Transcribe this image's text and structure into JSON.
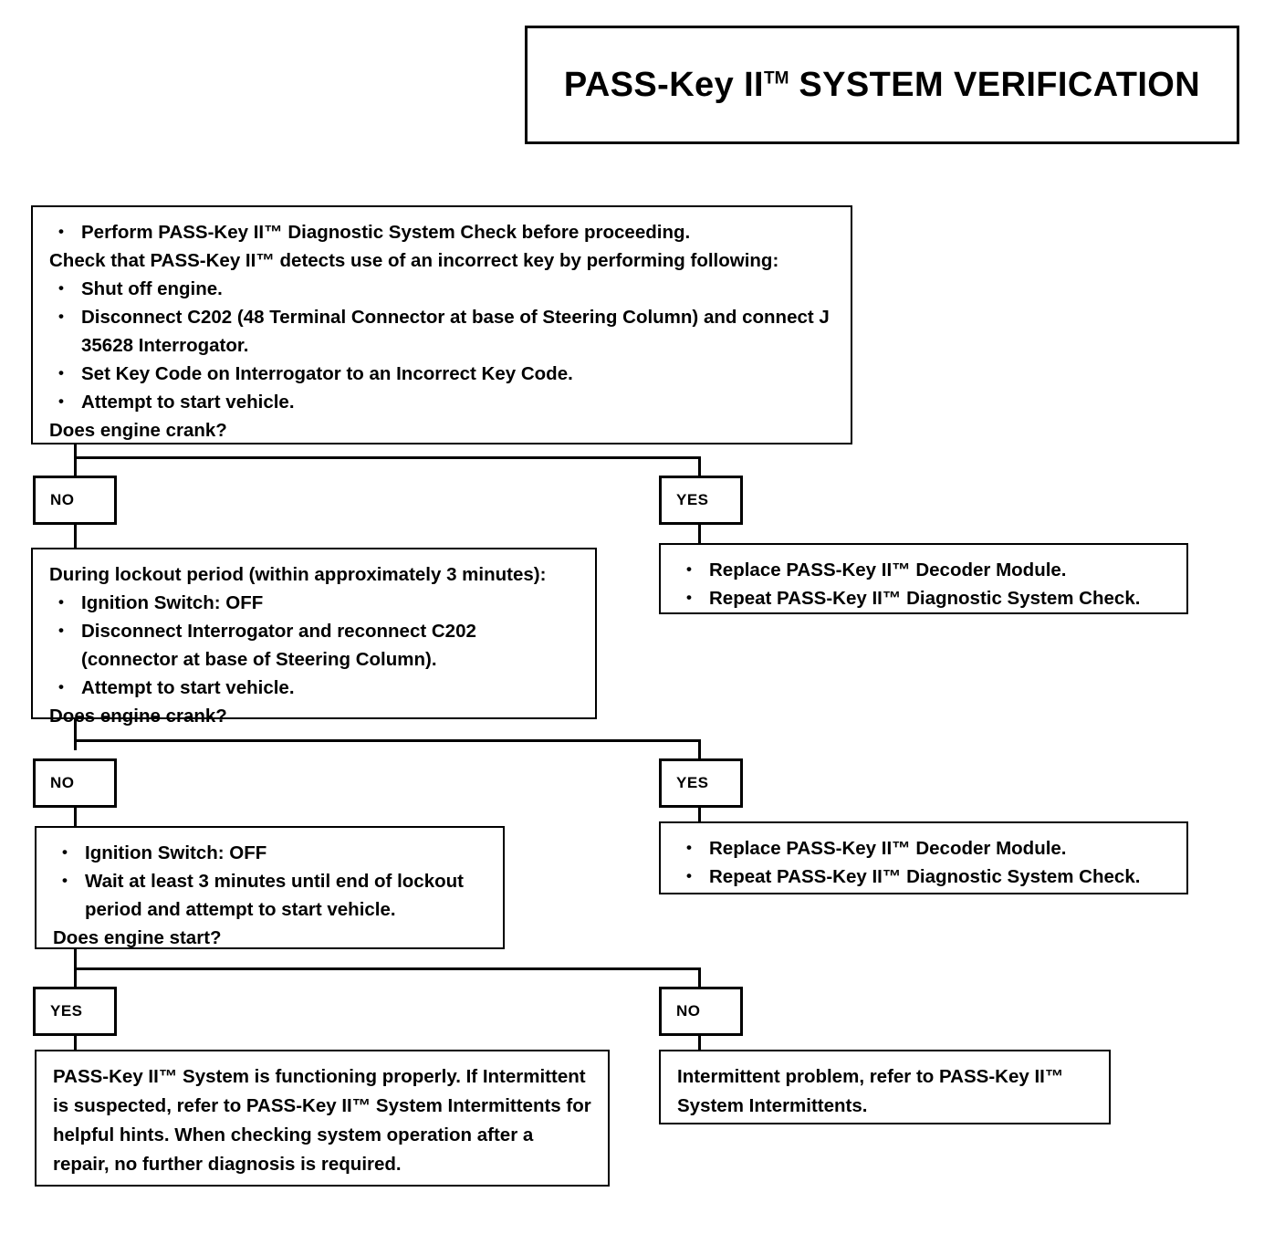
{
  "title": {
    "main": "PASS-Key II",
    "tm": "TM",
    "suffix": " SYSTEM VERIFICATION"
  },
  "step1": {
    "bullets_top": [
      "Perform PASS-Key II™ Diagnostic System Check before proceeding."
    ],
    "intro": "Check that PASS-Key II™ detects use of an incorrect key by performing following:",
    "bullets": [
      "Shut off engine.",
      "Disconnect C202 (48 Terminal Connector at base of Steering Column) and connect J 35628 Interrogator.",
      "Set Key Code on Interrogator to an Incorrect Key Code.",
      "Attempt to start vehicle."
    ],
    "question": "Does engine crank?"
  },
  "lockout": {
    "heading": "During lockout period (within approximately 3 minutes):",
    "bullets": [
      "Ignition Switch:  OFF",
      "Disconnect Interrogator and reconnect C202 (connector at base of Steering Column).",
      "Attempt to start vehicle."
    ],
    "question": "Does engine crank?"
  },
  "decoder_action": {
    "bullets": [
      "Replace PASS-Key II™ Decoder Module.",
      "Repeat PASS-Key II™ Diagnostic System Check."
    ]
  },
  "wait": {
    "bullets": [
      "Ignition Switch:  OFF",
      "Wait at least 3 minutes until end of lockout period and attempt to start vehicle."
    ],
    "question": "Does engine start?"
  },
  "final_ok": {
    "text": "PASS-Key II™ System is functioning properly. If Intermittent is suspected, refer to PASS-Key II™ System Intermittents for helpful hints. When checking system operation after a repair, no further diagnosis is required."
  },
  "final_intermittent": {
    "text": "Intermittent problem, refer to PASS-Key II™ System Intermittents."
  },
  "decisions": {
    "row1_left": "NO",
    "row1_right": "YES",
    "row2_left": "NO",
    "row2_right": "YES",
    "row3_left": "YES",
    "row3_right": "NO"
  },
  "colors": {
    "ink": "#000000",
    "paper": "#ffffff"
  }
}
